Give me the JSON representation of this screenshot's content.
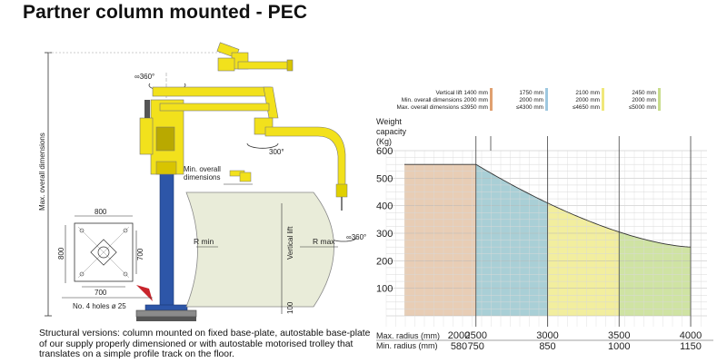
{
  "title": "Partner column mounted - PEC",
  "caption": "Structural versions: column mounted on fixed base-plate, autostable base-plate of our supply properly dimensioned or with autostable motorised trolley that translates on a simple profile track on the floor.",
  "left_diagram": {
    "max_overall_dimensions": "Max. overall dimensions",
    "rotation_column": "∞360°",
    "rotation_arm": "300°",
    "rotation_tool": "∞360°",
    "min_overall_dimensions": "Min. overall dimensions",
    "r_min": "R min",
    "r_max": "R max",
    "vertical_lift": "Vertical lift",
    "bottom_dim": "100",
    "base_plate": {
      "width_top": "800",
      "height_left": "800",
      "inner_right": "700",
      "inner_bottom": "700",
      "holes": "No. 4 holes ø 25"
    }
  },
  "chart_data": {
    "type": "area",
    "ylabel": "Weight capacity (Kg)",
    "ylim": [
      0,
      600
    ],
    "yticks": [
      100,
      200,
      300,
      400,
      500,
      600
    ],
    "x_labels": {
      "max_title": "Max. radius (mm)",
      "min_title": "Min. radius (mm)",
      "max": [
        "2000",
        "2500",
        "3000",
        "3500",
        "4000"
      ],
      "min": [
        "580",
        "750",
        "850",
        "1000",
        "1150"
      ]
    },
    "headers": [
      {
        "lines": [
          "Vertical lift 1400 mm",
          "Min. overall dimensions 2000 mm",
          "Max. overall dimensions ≤3950 mm"
        ]
      },
      {
        "lines": [
          "1750 mm",
          "2000 mm",
          "≤4300 mm"
        ]
      },
      {
        "lines": [
          "2100 mm",
          "2000 mm",
          "≤4650 mm"
        ]
      },
      {
        "lines": [
          "2450 mm",
          "2000 mm",
          "≤5000 mm"
        ]
      }
    ],
    "curve": [
      [
        2000,
        550
      ],
      [
        2500,
        550
      ],
      [
        3000,
        400
      ],
      [
        3500,
        320
      ],
      [
        4000,
        250
      ]
    ],
    "bands": [
      {
        "from": 2000,
        "to": 2500,
        "color": "#e8cdb5",
        "header_color": "#e0a070"
      },
      {
        "from": 2500,
        "to": 3000,
        "color": "#a9cfd6",
        "header_color": "#9ec8e0"
      },
      {
        "from": 3000,
        "to": 3500,
        "color": "#f2ee9e",
        "header_color": "#f0e87a"
      },
      {
        "from": 3500,
        "to": 4000,
        "color": "#cfe3a3",
        "header_color": "#c8dc8c"
      }
    ]
  }
}
